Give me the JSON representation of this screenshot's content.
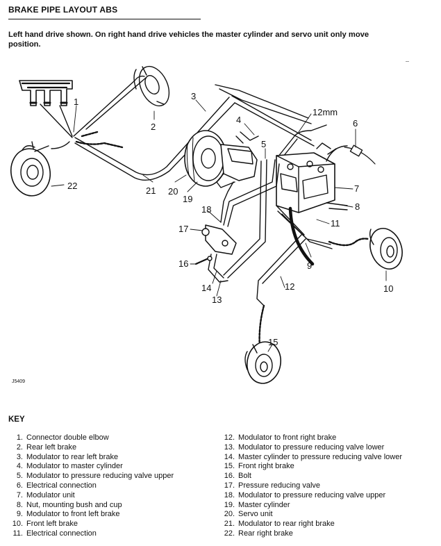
{
  "page": {
    "title": "BRAKE PIPE LAYOUT ABS",
    "intro": "Left hand drive shown. On right hand drive vehicles the master cylinder and servo unit only move position.",
    "figure_code": "J5409"
  },
  "callouts": {
    "c1": "1",
    "c2": "2",
    "c3": "3",
    "c4": "4",
    "c5": "5",
    "c6": "6",
    "c7": "7",
    "c8": "8",
    "c9": "9",
    "c10": "10",
    "c11": "11",
    "c12": "12",
    "c13": "13",
    "c14": "14",
    "c15": "15",
    "c16": "16",
    "c17": "17",
    "c18": "18",
    "c19": "19",
    "c20": "20",
    "c21": "21",
    "c22": "22",
    "pipe_size": "12mm"
  },
  "key": {
    "heading": "KEY",
    "items": [
      {
        "num": "1.",
        "label": "Connector double elbow"
      },
      {
        "num": "2.",
        "label": "Rear left brake"
      },
      {
        "num": "3.",
        "label": "Modulator to rear left brake"
      },
      {
        "num": "4.",
        "label": "Modulator to master cylinder"
      },
      {
        "num": "5.",
        "label": "Modulator to pressure reducing valve upper"
      },
      {
        "num": "6.",
        "label": "Electrical connection"
      },
      {
        "num": "7.",
        "label": "Modulator unit"
      },
      {
        "num": "8.",
        "label": "Nut, mounting bush and cup"
      },
      {
        "num": "9.",
        "label": "Modulator to front left brake"
      },
      {
        "num": "10.",
        "label": "Front left brake"
      },
      {
        "num": "11.",
        "label": "Electrical connection"
      },
      {
        "num": "12.",
        "label": "Modulator to front right brake"
      },
      {
        "num": "13.",
        "label": "Modulator to pressure reducing valve lower"
      },
      {
        "num": "14.",
        "label": "Master cylinder to pressure reducing valve lower"
      },
      {
        "num": "15.",
        "label": "Front right brake"
      },
      {
        "num": "16.",
        "label": "Bolt"
      },
      {
        "num": "17.",
        "label": "Pressure reducing valve"
      },
      {
        "num": "18.",
        "label": "Modulator to pressure reducing valve upper"
      },
      {
        "num": "19.",
        "label": "Master cylinder"
      },
      {
        "num": "20.",
        "label": "Servo unit"
      },
      {
        "num": "21.",
        "label": "Modulator to rear right brake"
      },
      {
        "num": "22.",
        "label": "Rear right brake"
      }
    ]
  }
}
